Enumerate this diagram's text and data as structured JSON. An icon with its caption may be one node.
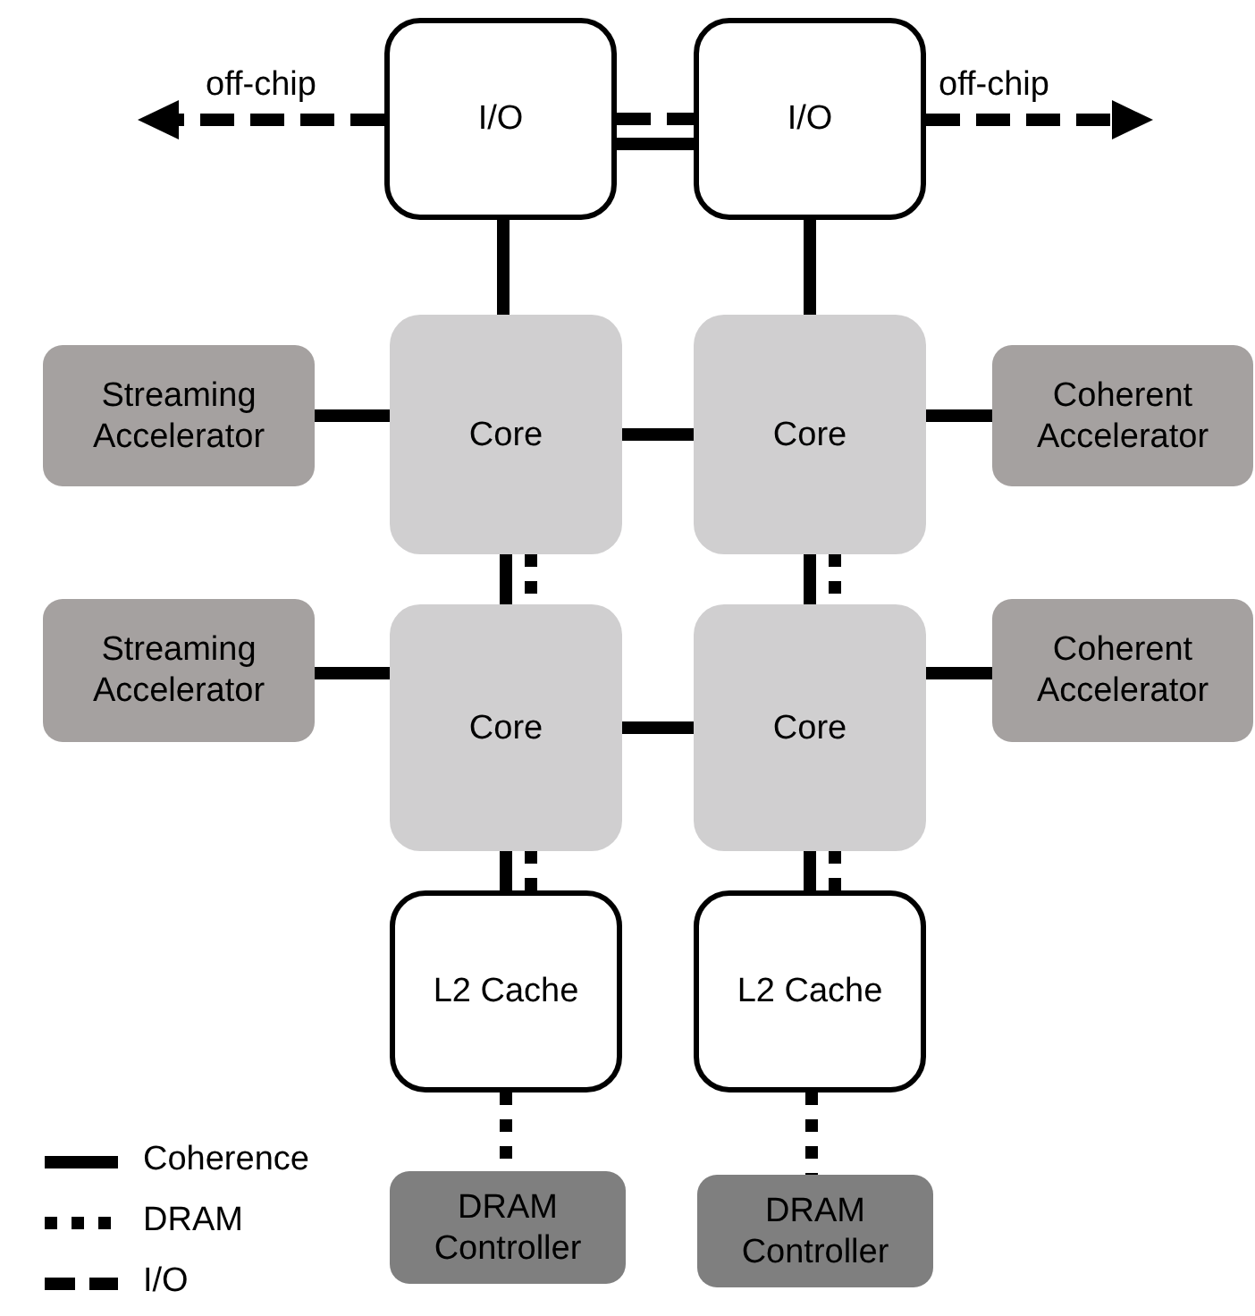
{
  "diagram": {
    "nodes": [
      {
        "text": [
          "I/O"
        ]
      },
      {
        "text": [
          "I/O"
        ]
      },
      {
        "text": [
          "Streaming Accelerator"
        ]
      },
      {
        "text": [
          "Core"
        ]
      },
      {
        "text": [
          "Core"
        ]
      },
      {
        "text": [
          "Coherent Accelerator"
        ]
      },
      {
        "text": [
          "Streaming Accelerator"
        ]
      },
      {
        "text": [
          "Core"
        ]
      },
      {
        "text": [
          "Core"
        ]
      },
      {
        "text": [
          "Coherent Accelerator"
        ]
      },
      {
        "text": [
          "L2 Cache"
        ]
      },
      {
        "text": [
          "L2 Cache"
        ]
      },
      {
        "text": [
          "DRAM Controller"
        ]
      },
      {
        "text": [
          "DRAM Controller"
        ]
      }
    ],
    "edges": [
      {
        "from": 0,
        "to": null,
        "arrow": "to",
        "label": "off-chip",
        "style": "dashed"
      },
      {
        "from": 1,
        "to": null,
        "arrow": "to",
        "label": "off-chip",
        "style": "dashed"
      },
      {
        "from": 0,
        "to": 1,
        "arrow": "none",
        "style": "dashed"
      },
      {
        "from": 0,
        "to": 1,
        "arrow": "none"
      },
      {
        "from": 0,
        "to": 3,
        "arrow": "none"
      },
      {
        "from": 1,
        "to": 4,
        "arrow": "none"
      },
      {
        "from": 2,
        "to": 3,
        "arrow": "none"
      },
      {
        "from": 3,
        "to": 4,
        "arrow": "none"
      },
      {
        "from": 4,
        "to": 5,
        "arrow": "none"
      },
      {
        "from": 3,
        "to": 7,
        "arrow": "none"
      },
      {
        "from": 3,
        "to": 7,
        "arrow": "none",
        "style": "dashed"
      },
      {
        "from": 4,
        "to": 8,
        "arrow": "none"
      },
      {
        "from": 4,
        "to": 8,
        "arrow": "none",
        "style": "dashed"
      },
      {
        "from": 6,
        "to": 7,
        "arrow": "none"
      },
      {
        "from": 7,
        "to": 8,
        "arrow": "none"
      },
      {
        "from": 8,
        "to": 9,
        "arrow": "none"
      },
      {
        "from": 7,
        "to": 10,
        "arrow": "none"
      },
      {
        "from": 7,
        "to": 10,
        "arrow": "none",
        "style": "dashed"
      },
      {
        "from": 8,
        "to": 11,
        "arrow": "none"
      },
      {
        "from": 8,
        "to": 11,
        "arrow": "none",
        "style": "dashed"
      },
      {
        "from": 10,
        "to": 12,
        "arrow": "none",
        "style": "dashed"
      },
      {
        "from": 11,
        "to": 13,
        "arrow": "none",
        "style": "dashed"
      }
    ],
    "legend": [
      {
        "text": "Coherence"
      },
      {
        "text": "DRAM"
      },
      {
        "text": "I/O"
      }
    ]
  }
}
